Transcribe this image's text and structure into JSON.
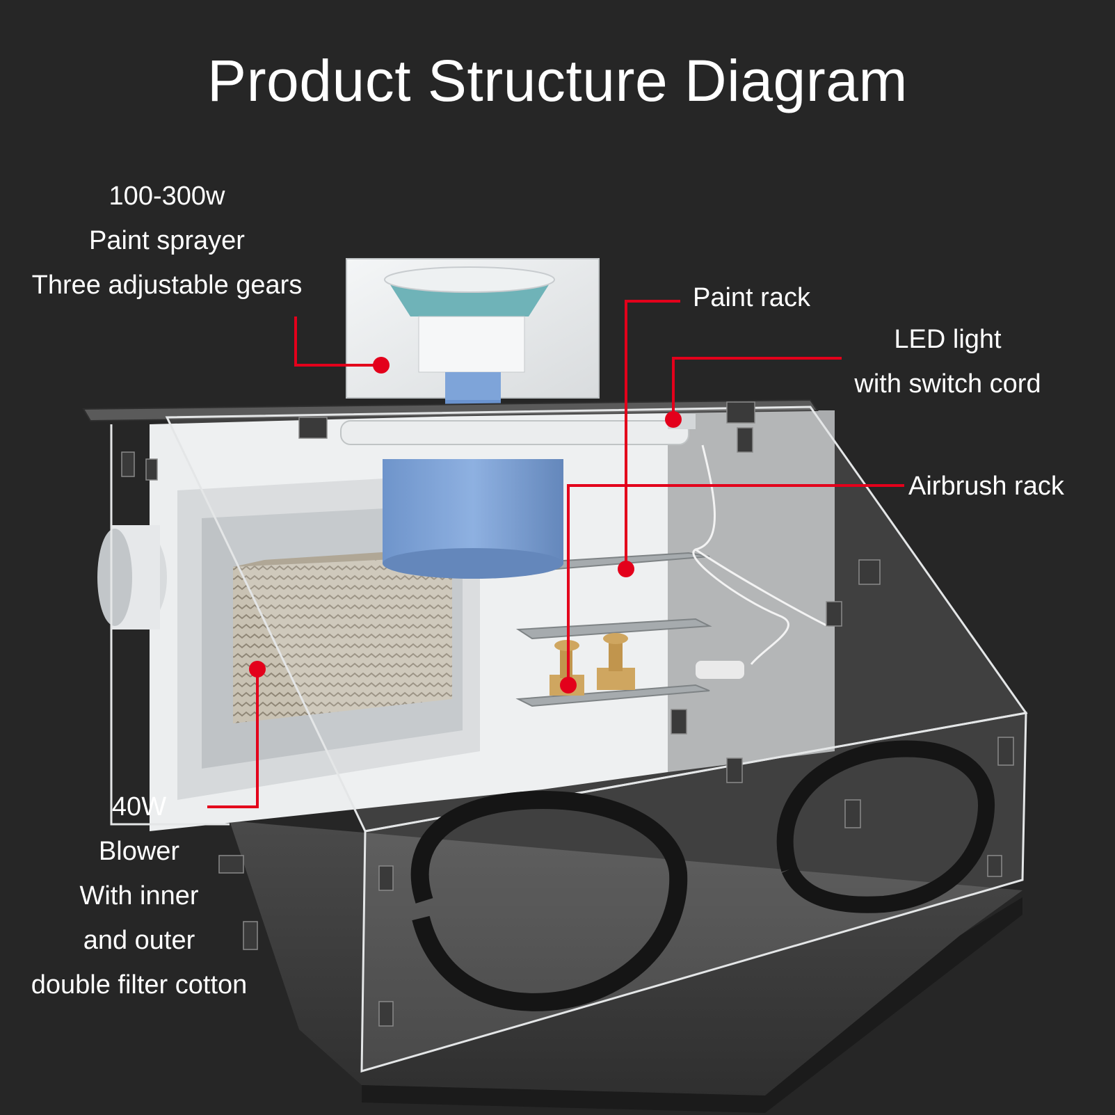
{
  "title": "Product Structure Diagram",
  "callouts": {
    "sprayer": [
      "100-300w",
      "Paint sprayer",
      "Three adjustable gears"
    ],
    "paint_rack": [
      "Paint rack"
    ],
    "led_light": [
      "LED light",
      "with switch cord"
    ],
    "airbrush_rack": [
      "Airbrush rack"
    ],
    "blower": [
      "40W",
      "Blower",
      "With inner",
      "and outer",
      "double filter cotton"
    ]
  },
  "colors": {
    "background": "#262626",
    "callout_line": "#e3001b",
    "text": "#ffffff"
  }
}
